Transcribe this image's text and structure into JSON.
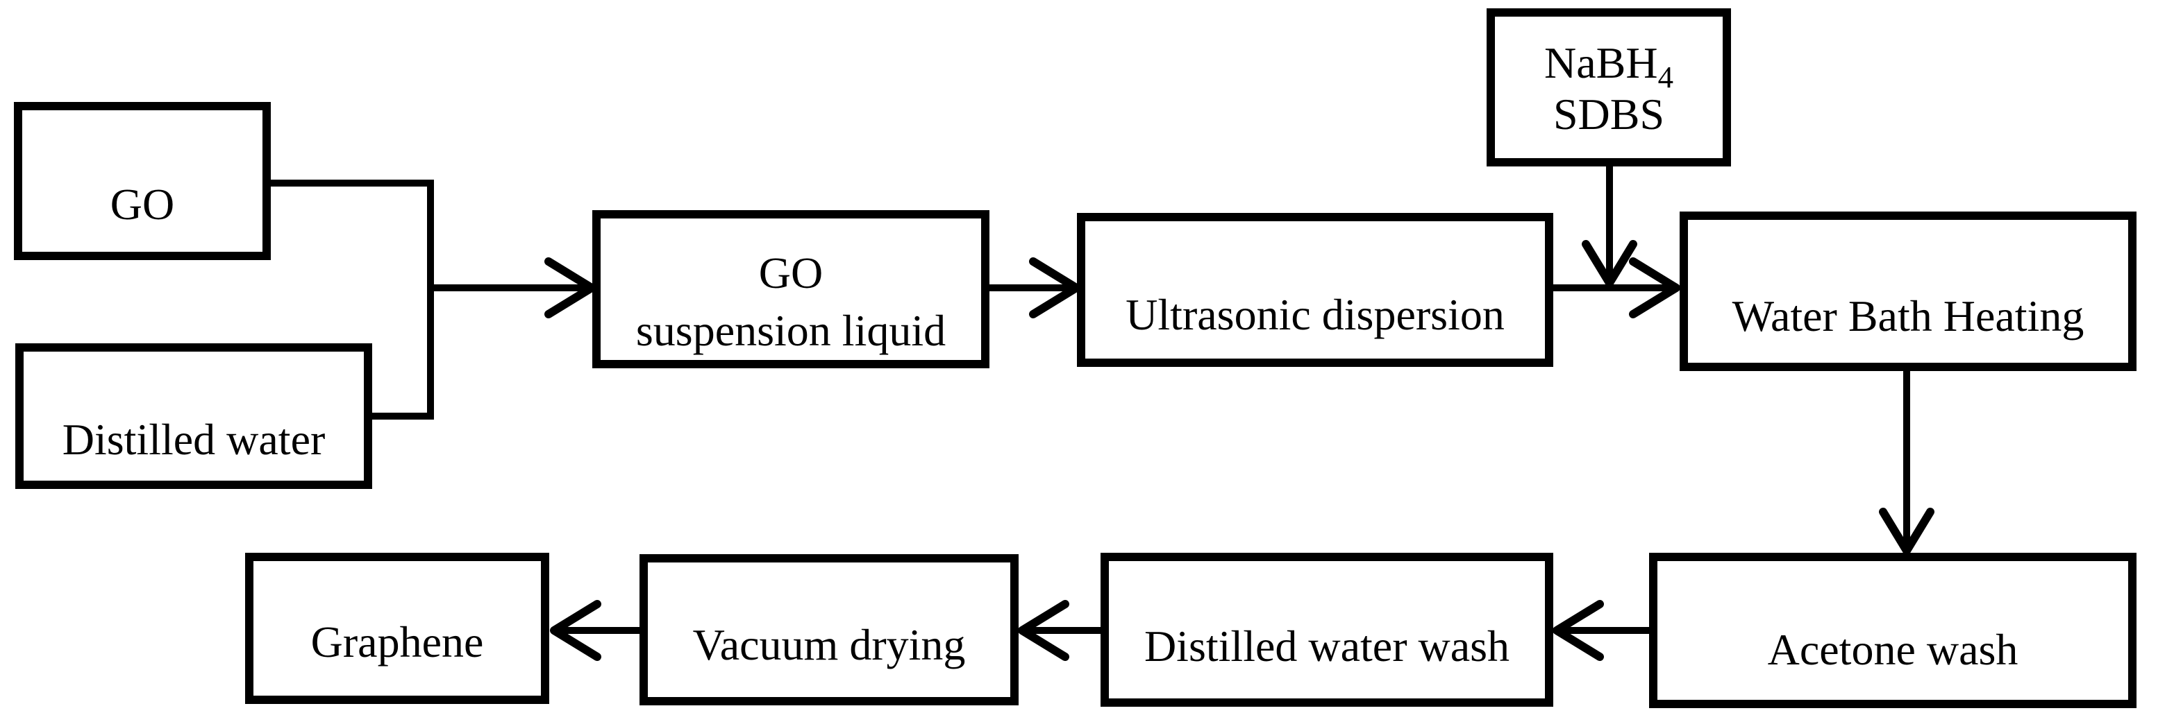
{
  "diagram": {
    "type": "flowchart",
    "colors": {
      "background": "#ffffff",
      "box_fill": "#ffffff",
      "line": "#000000",
      "text": "#000000"
    },
    "nodes": {
      "go": {
        "label": "GO"
      },
      "distilled_water": {
        "label": "Distilled water"
      },
      "go_suspension": {
        "line1": "GO",
        "line2": "suspension liquid"
      },
      "ultrasonic_dispersion": {
        "label": "Ultrasonic dispersion"
      },
      "nabh4_sdbs": {
        "formula_base": "NaBH",
        "formula_sub": "4",
        "line2": "SDBS"
      },
      "water_bath_heating": {
        "label": "Water Bath Heating"
      },
      "acetone_wash": {
        "label": "Acetone wash"
      },
      "distilled_water_wash": {
        "label": "Distilled water wash"
      },
      "vacuum_drying": {
        "label": "Vacuum drying"
      },
      "graphene": {
        "label": "Graphene"
      }
    },
    "edges": [
      {
        "from": "go",
        "to": "go_suspension"
      },
      {
        "from": "distilled_water",
        "to": "go_suspension"
      },
      {
        "from": "go_suspension",
        "to": "ultrasonic_dispersion"
      },
      {
        "from": "ultrasonic_dispersion",
        "to": "water_bath_heating"
      },
      {
        "from": "nabh4_sdbs",
        "to": "water_bath_heating"
      },
      {
        "from": "water_bath_heating",
        "to": "acetone_wash"
      },
      {
        "from": "acetone_wash",
        "to": "distilled_water_wash"
      },
      {
        "from": "distilled_water_wash",
        "to": "vacuum_drying"
      },
      {
        "from": "vacuum_drying",
        "to": "graphene"
      }
    ]
  }
}
